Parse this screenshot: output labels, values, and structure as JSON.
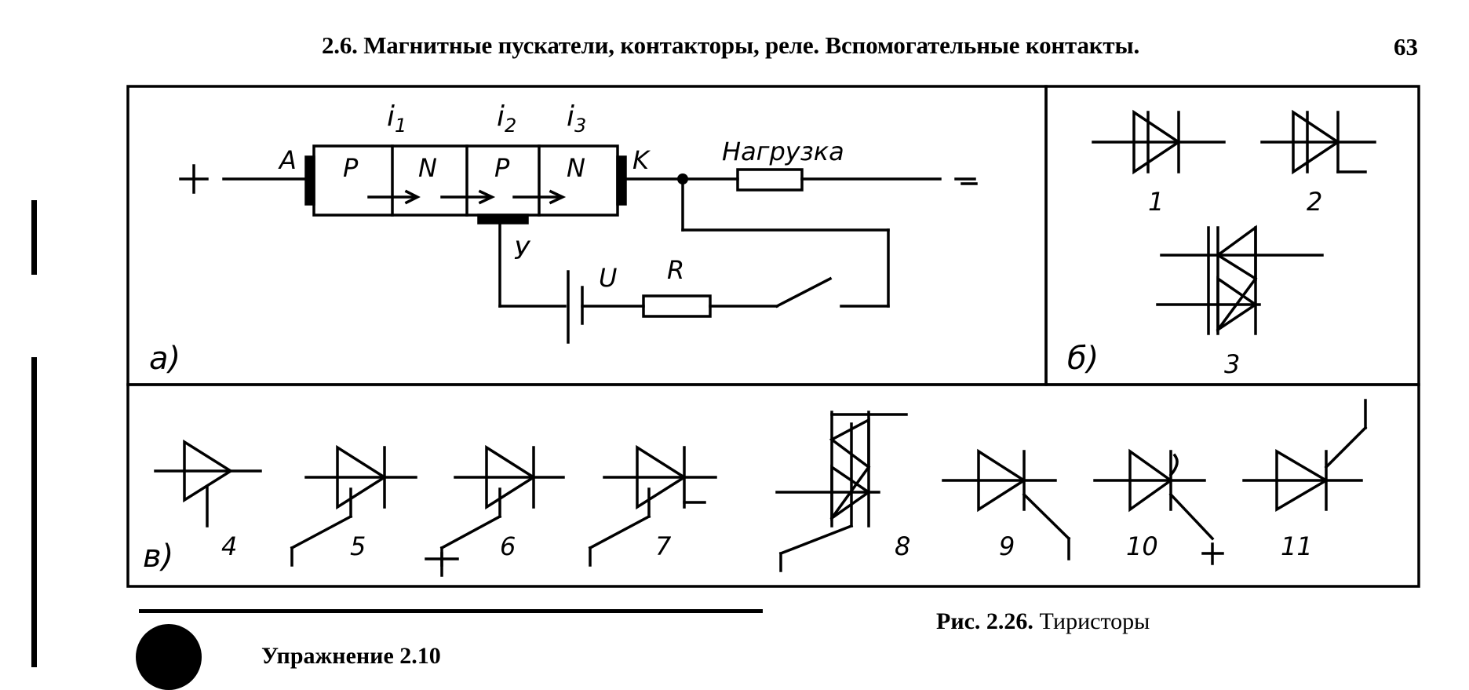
{
  "header": {
    "title": "2.6. Магнитные пускатели, контакторы, реле. Вспомогательные контакты.",
    "page_number": "63"
  },
  "figure": {
    "panel_a": {
      "label": "a)",
      "plus": "+",
      "minus": "–",
      "anode": "A",
      "cathode": "K",
      "layers": [
        "P",
        "N",
        "P",
        "N"
      ],
      "currents": [
        "i",
        "i",
        "i"
      ],
      "current_subscripts": [
        "1",
        "2",
        "3"
      ],
      "gate": "У",
      "load": "Нагрузка",
      "source": "U",
      "resistor": "R"
    },
    "panel_b": {
      "label": "б)",
      "numbers": [
        "1",
        "2",
        "3"
      ]
    },
    "panel_c": {
      "label": "в)",
      "numbers": [
        "4",
        "5",
        "6",
        "7",
        "8",
        "9",
        "10",
        "11"
      ],
      "plus_6": "+",
      "plus_10": "+"
    }
  },
  "caption": {
    "prefix": "Рис. 2.26.",
    "text": "Тиристоры"
  },
  "exercise": "Упражнение 2.10"
}
